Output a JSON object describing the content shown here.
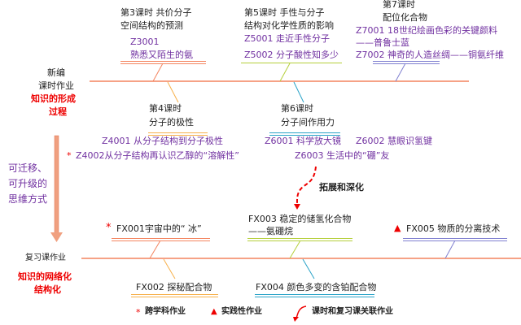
{
  "new_homework": {
    "label1": "新编",
    "label2": "课时作业",
    "process1": "知识的形成",
    "process2": "过程"
  },
  "lessons": {
    "l3": {
      "title1": "第3课时 共价分子",
      "title2": "空间结构的预测",
      "items": [
        "Z3001",
        "熟悉又陌生的氨"
      ]
    },
    "l5": {
      "title1": "第5课时  手性与分子",
      "title2": "结构对化学性质的影响",
      "items": [
        "Z5001  走近手性分子",
        "Z5002  分子酸性知多少"
      ]
    },
    "l7": {
      "title1": "第7课时",
      "title2": "配位化合物",
      "items": [
        "Z7001  18世纪绘画色彩的关键颜料",
        "——普鲁士蓝",
        "Z7002  神奇的人造丝绸——铜氨纤维"
      ]
    },
    "l4": {
      "title1": "第4课时",
      "title2": "分子的极性",
      "items": [
        "Z4001 从分子结构到分子极性",
        "Z4002从分子结构再认识乙醇的“溶解性”"
      ]
    },
    "l6": {
      "title1": "第6课时",
      "title2": "分子间作用力",
      "items": [
        "Z6001 科学放大镜",
        "Z6002 慧眼识氢键",
        "Z6003 生活中的“硼”友"
      ]
    }
  },
  "transfer": {
    "line1": "可迁移、",
    "line2": "可升级的",
    "line3": "思维方式"
  },
  "extend_label": "拓展和深化",
  "review": {
    "label": "复习课作业",
    "network1": "知识的网络化",
    "network2": "结构化",
    "items": {
      "fx001": "FX001宇宙中的“ 冰”",
      "fx002": "FX002 探秘配合物",
      "fx003a": "FX003 稳定的储氢化合物",
      "fx003b": "——氨硼烷",
      "fx004": "FX004 颜色多变的含铂配合物",
      "fx005": "FX005 物质的分离技术"
    }
  },
  "legend": {
    "star_symbol": "*",
    "star_label": "跨学科作业",
    "triangle_symbol": "▲",
    "triangle_label": "实践性作业",
    "curve_label": "课时和复习课关联作业"
  },
  "colors": {
    "main": "#f4845f",
    "orange": "#f7b04a",
    "green": "#b5cf3a",
    "blue": "#7f7fd0",
    "cyan": "#2aa3c8",
    "purple": "#7030a0",
    "red": "#e00000"
  }
}
